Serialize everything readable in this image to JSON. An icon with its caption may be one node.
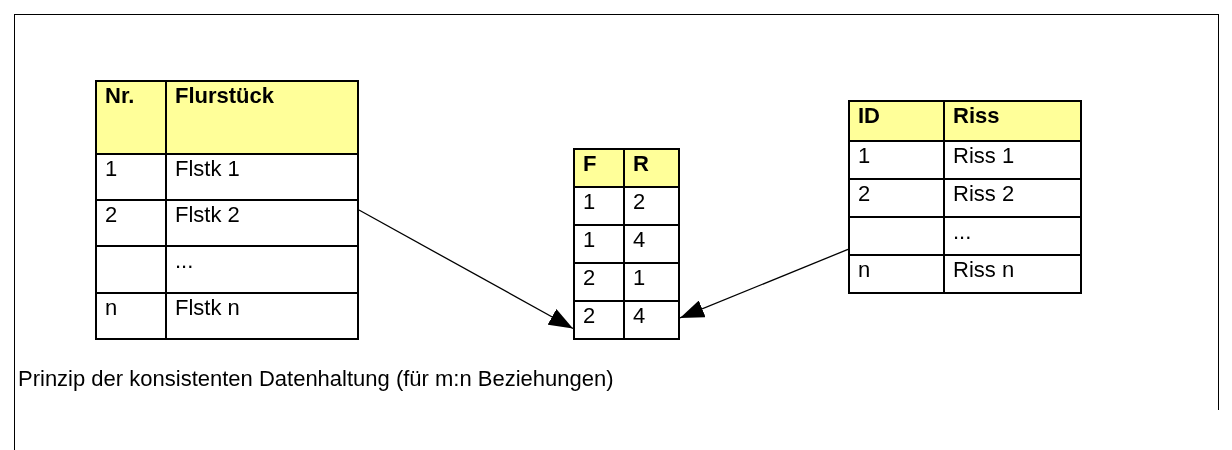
{
  "diagram": {
    "caption": "Prinzip der konsistenten Datenhaltung (für m:n Beziehungen)",
    "nodes": [
      {
        "text": [
          "Nr.",
          "Flurstück",
          "1",
          "Flstk 1",
          "2",
          "Flstk 2",
          "...",
          "n",
          "Flstk n"
        ]
      },
      {
        "text": [
          "F",
          "R",
          "1",
          "2",
          "1",
          "4",
          "2",
          "1",
          "2",
          "4"
        ]
      },
      {
        "text": [
          "ID",
          "Riss",
          "1",
          "Riss 1",
          "2",
          "Riss 2",
          "...",
          "n",
          "Riss n"
        ]
      }
    ],
    "edges": [
      {
        "from": 0,
        "to": 1,
        "arrow": "to"
      },
      {
        "from": 2,
        "to": 1,
        "arrow": "to"
      }
    ]
  }
}
